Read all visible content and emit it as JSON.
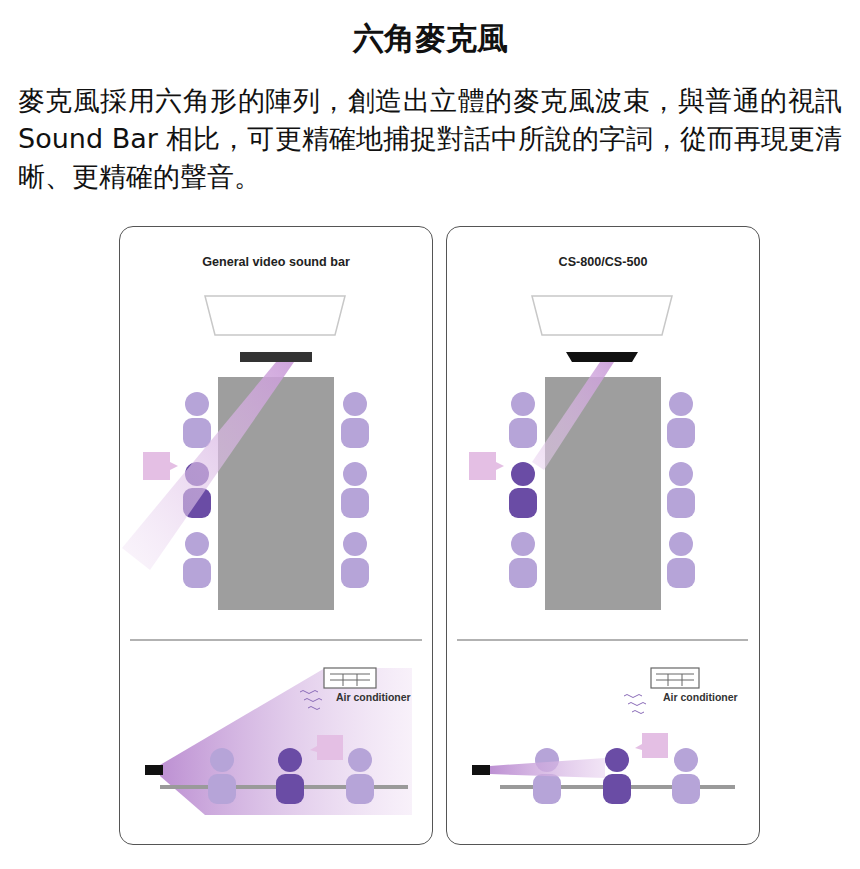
{
  "diagram": {
    "title": "六角麥克風",
    "nodes": [
      {
        "text": [
          "General video sound bar"
        ]
      },
      {
        "text": [
          "CS-800/CS-500"
        ]
      }
    ],
    "labels": [
      "麥克風採用六角形的陣列，創造出立體的麥克風波束，與普通的視訊 Sound Bar 相比，可更精確地捕捉對話中所說的字詞，從而再現更清晰、更精確的聲音。",
      "Air conditioner",
      "Air conditioner"
    ]
  }
}
